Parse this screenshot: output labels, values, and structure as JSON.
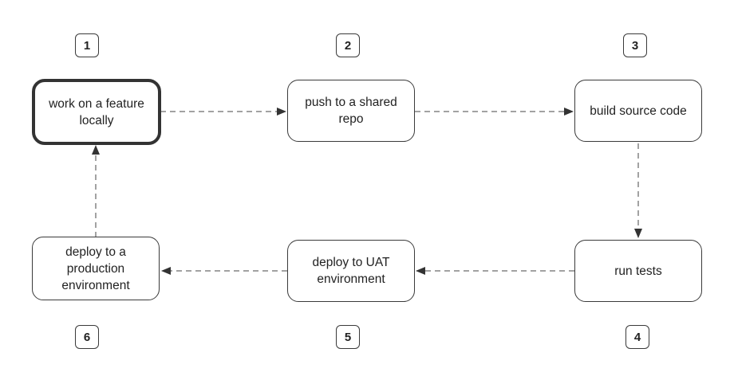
{
  "diagram": {
    "colors": {
      "stroke": "#3a3a3a",
      "text": "#222222",
      "background": "#ffffff"
    },
    "steps": [
      {
        "number": "1",
        "label": "work on a feature locally"
      },
      {
        "number": "2",
        "label": "push to a shared repo"
      },
      {
        "number": "3",
        "label": "build source code"
      },
      {
        "number": "4",
        "label": "run tests"
      },
      {
        "number": "5",
        "label": "deploy to UAT environment"
      },
      {
        "number": "6",
        "label": "deploy to a production environment"
      }
    ],
    "connectors": [
      {
        "from": "1",
        "to": "2",
        "style": "dashed",
        "arrow": "end"
      },
      {
        "from": "2",
        "to": "3",
        "style": "dashed",
        "arrow": "end"
      },
      {
        "from": "3",
        "to": "4",
        "style": "dashed",
        "arrow": "end"
      },
      {
        "from": "4",
        "to": "5",
        "style": "dashed",
        "arrow": "end"
      },
      {
        "from": "5",
        "to": "6",
        "style": "dashed",
        "arrow": "end"
      },
      {
        "from": "6",
        "to": "1",
        "style": "dashed",
        "arrow": "end"
      }
    ]
  }
}
